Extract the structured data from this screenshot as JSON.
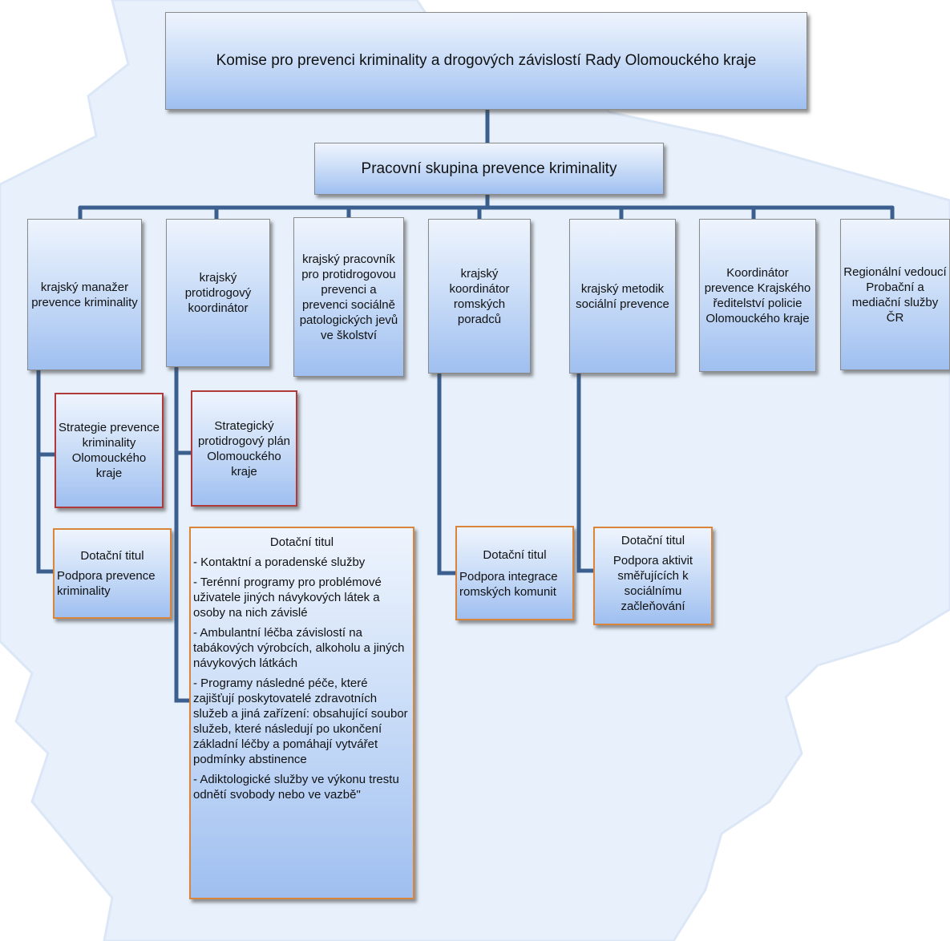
{
  "colors": {
    "connector": "#3b5f8f",
    "box_fill_top": "#eef4fd",
    "box_fill_bottom": "#9fbff0",
    "map_fill": "#e8f1fb",
    "red_border": "#b03a3a",
    "orange_border": "#d9853b"
  },
  "commission": "Komise pro prevenci kriminality a drogových závislostí Rady Olomouckého kraje",
  "working_group": "Pracovní skupina prevence kriminality",
  "roles": {
    "manager": "krajský manažer prevence kriminality",
    "drug_coordinator": "krajský protidrogový koordinátor",
    "school_worker": "krajský pracovník pro protidrogovou prevenci a prevenci sociálně patologických jevů ve školství",
    "roma_coordinator": "krajský koordinátor romských poradců",
    "social_methodist": "krajský metodik sociální prevence",
    "police_coordinator": "Koordinátor prevence Krajského ředitelství policie Olomouckého kraje",
    "probation_head": "Regionální vedoucí Probační a mediační služby ČR"
  },
  "strategies": {
    "crime_strategy": "Strategie prevence kriminality Olomouckého kraje",
    "drug_plan": "Strategický protidrogový plán Olomouckého kraje"
  },
  "grants": {
    "crime": {
      "title": "Dotační  titul",
      "text": "Podpora prevence kriminality"
    },
    "drug": {
      "title": "Dotační  titul",
      "items": [
        "- Kontaktní a poradenské služby",
        "- Terénní programy pro problémové uživatele jiných návykových látek a osoby na nich závislé",
        "- Ambulantní léčba závislostí na tabákových výrobcích, alkoholu a jiných návykových látkách",
        "- Programy následné péče, které zajišťují poskytovatelé zdravotních služeb a jiná zařízení: obsahující soubor služeb, které následují po ukončení základní léčby a pomáhají vytvářet podmínky abstinence",
        "- Adiktologické služby ve výkonu trestu odnětí svobody nebo ve vazbě\""
      ]
    },
    "roma": {
      "title": "Dotační titul",
      "text": "Podpora integrace romských komunit"
    },
    "social": {
      "title": "Dotační titul",
      "text": "Podpora  aktivit směřujících k sociálnímu začleňování"
    }
  }
}
